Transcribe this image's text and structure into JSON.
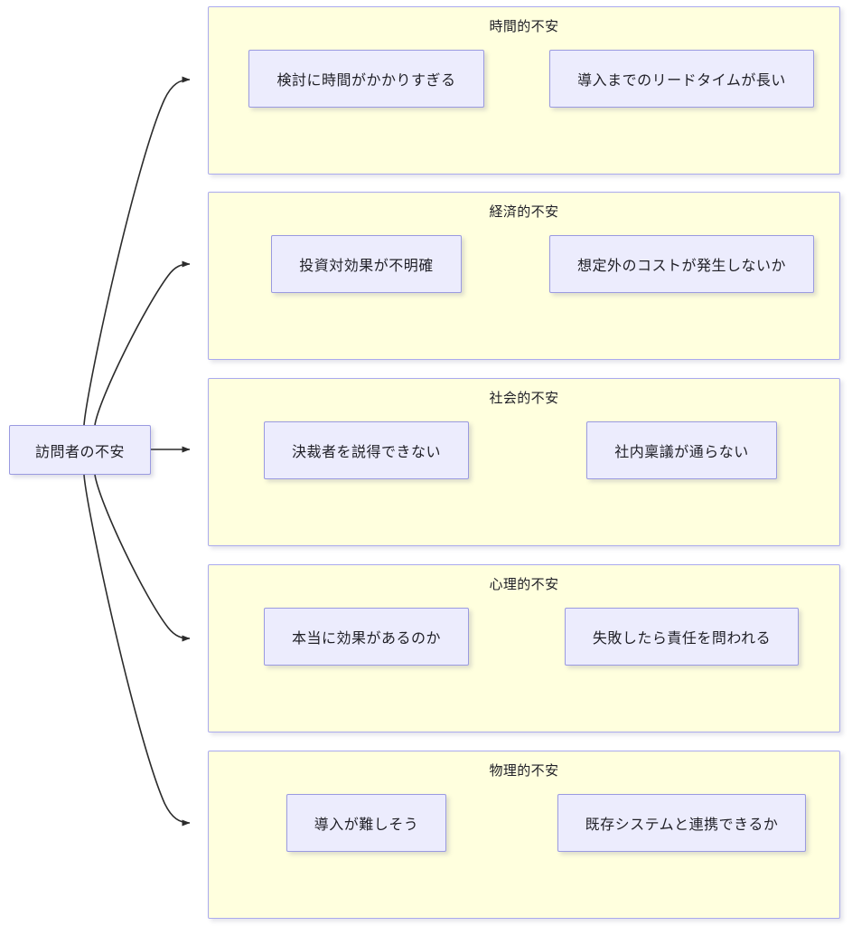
{
  "diagram": {
    "type": "flowchart",
    "direction": "left-to-right",
    "root": {
      "id": "visitor-anxiety",
      "label": "訪問者の不安"
    },
    "colors": {
      "cluster_fill": "#ffffde",
      "cluster_border": "#aaaaee",
      "node_fill": "#ececfd",
      "node_border": "#9a9ae0",
      "edge_stroke": "#333333",
      "text": "#1f1f26",
      "background": "#ffffff"
    },
    "clusters": [
      {
        "id": "time-anxiety",
        "title": "時間的不安",
        "nodes": [
          {
            "id": "review-takes-too-long",
            "label": "検討に時間がかかりすぎる"
          },
          {
            "id": "long-lead-time",
            "label": "導入までのリードタイムが長い"
          }
        ]
      },
      {
        "id": "economic-anxiety",
        "title": "経済的不安",
        "nodes": [
          {
            "id": "roi-unclear",
            "label": "投資対効果が不明確"
          },
          {
            "id": "unexpected-cost",
            "label": "想定外のコストが発生しないか"
          }
        ]
      },
      {
        "id": "social-anxiety",
        "title": "社会的不安",
        "nodes": [
          {
            "id": "cannot-persuade-decider",
            "label": "決裁者を説得できない"
          },
          {
            "id": "internal-approval-fails",
            "label": "社内稟議が通らない"
          }
        ]
      },
      {
        "id": "psychological-anxiety",
        "title": "心理的不安",
        "nodes": [
          {
            "id": "really-effective",
            "label": "本当に効果があるのか"
          },
          {
            "id": "blamed-on-failure",
            "label": "失敗したら責任を問われる"
          }
        ]
      },
      {
        "id": "physical-anxiety",
        "title": "物理的不安",
        "nodes": [
          {
            "id": "hard-to-implement",
            "label": "導入が難しそう"
          },
          {
            "id": "integrate-existing-system",
            "label": "既存システムと連携できるか"
          }
        ]
      }
    ],
    "edges": [
      {
        "from": "visitor-anxiety",
        "to": "time-anxiety",
        "arrow": "filled-triangle"
      },
      {
        "from": "visitor-anxiety",
        "to": "economic-anxiety",
        "arrow": "filled-triangle"
      },
      {
        "from": "visitor-anxiety",
        "to": "social-anxiety",
        "arrow": "filled-triangle"
      },
      {
        "from": "visitor-anxiety",
        "to": "psychological-anxiety",
        "arrow": "filled-triangle"
      },
      {
        "from": "visitor-anxiety",
        "to": "physical-anxiety",
        "arrow": "filled-triangle"
      }
    ]
  }
}
